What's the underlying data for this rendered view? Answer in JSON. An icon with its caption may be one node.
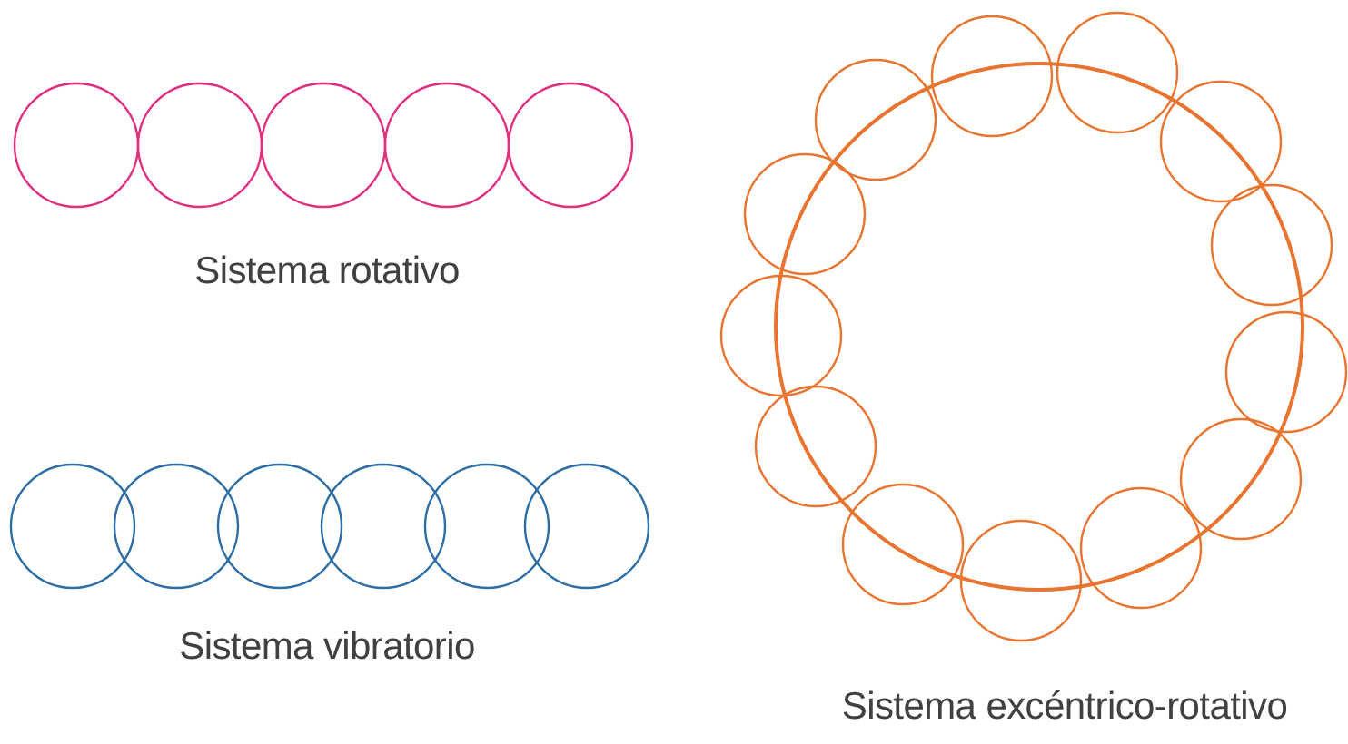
{
  "diagram": {
    "labels": [
      "Sistema rotativo",
      "Sistema vibratorio",
      "Sistema excéntrico-rotativo"
    ]
  }
}
